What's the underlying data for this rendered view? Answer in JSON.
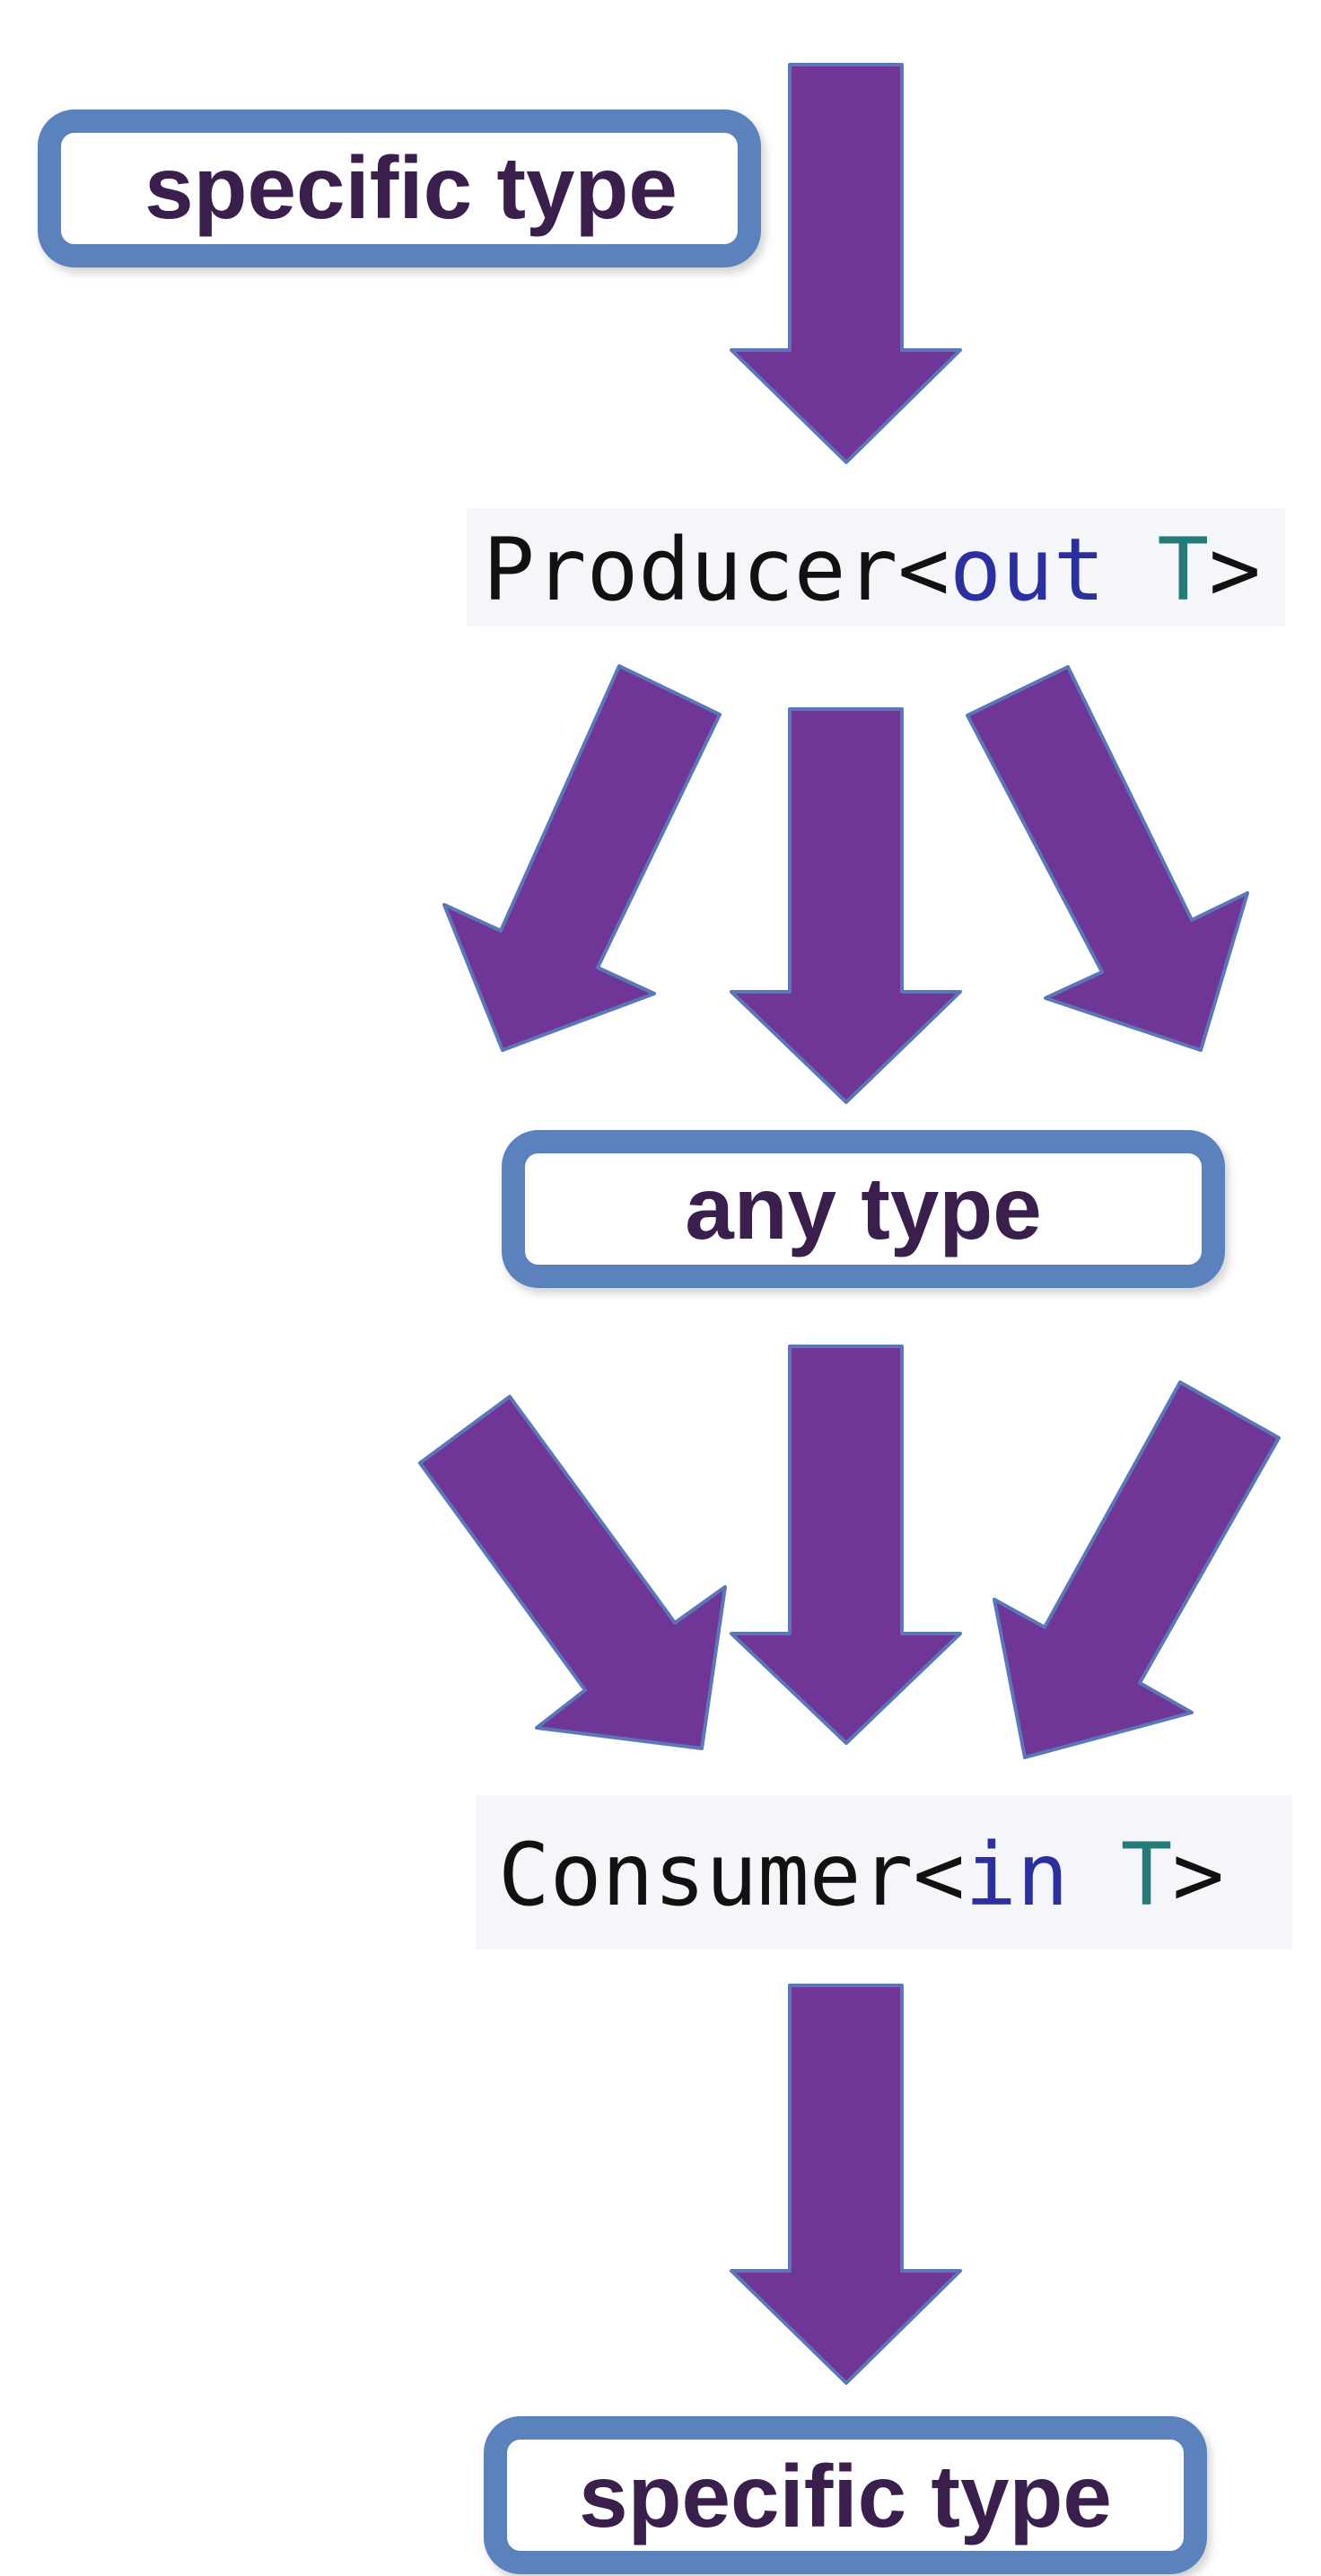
{
  "colors": {
    "arrow_fill": "#6f3597",
    "arrow_stroke": "#5b77b8",
    "box_stroke": "#5b82bd",
    "box_label": "#3a1f4d",
    "code_bg": "#f5f6fa",
    "code_plain": "#111111",
    "code_keyword": "#2b2fa0",
    "code_type_param": "#257b78"
  },
  "boxes": {
    "top": {
      "label": "specific type"
    },
    "middle": {
      "label": "any type"
    },
    "bottom": {
      "label": "specific type"
    }
  },
  "producer": {
    "name": "Producer",
    "open": "<",
    "keyword": "out",
    "param": "T",
    "close": ">"
  },
  "consumer": {
    "name": "Consumer",
    "open": "<",
    "keyword": "in",
    "param": "T",
    "close": ">"
  }
}
